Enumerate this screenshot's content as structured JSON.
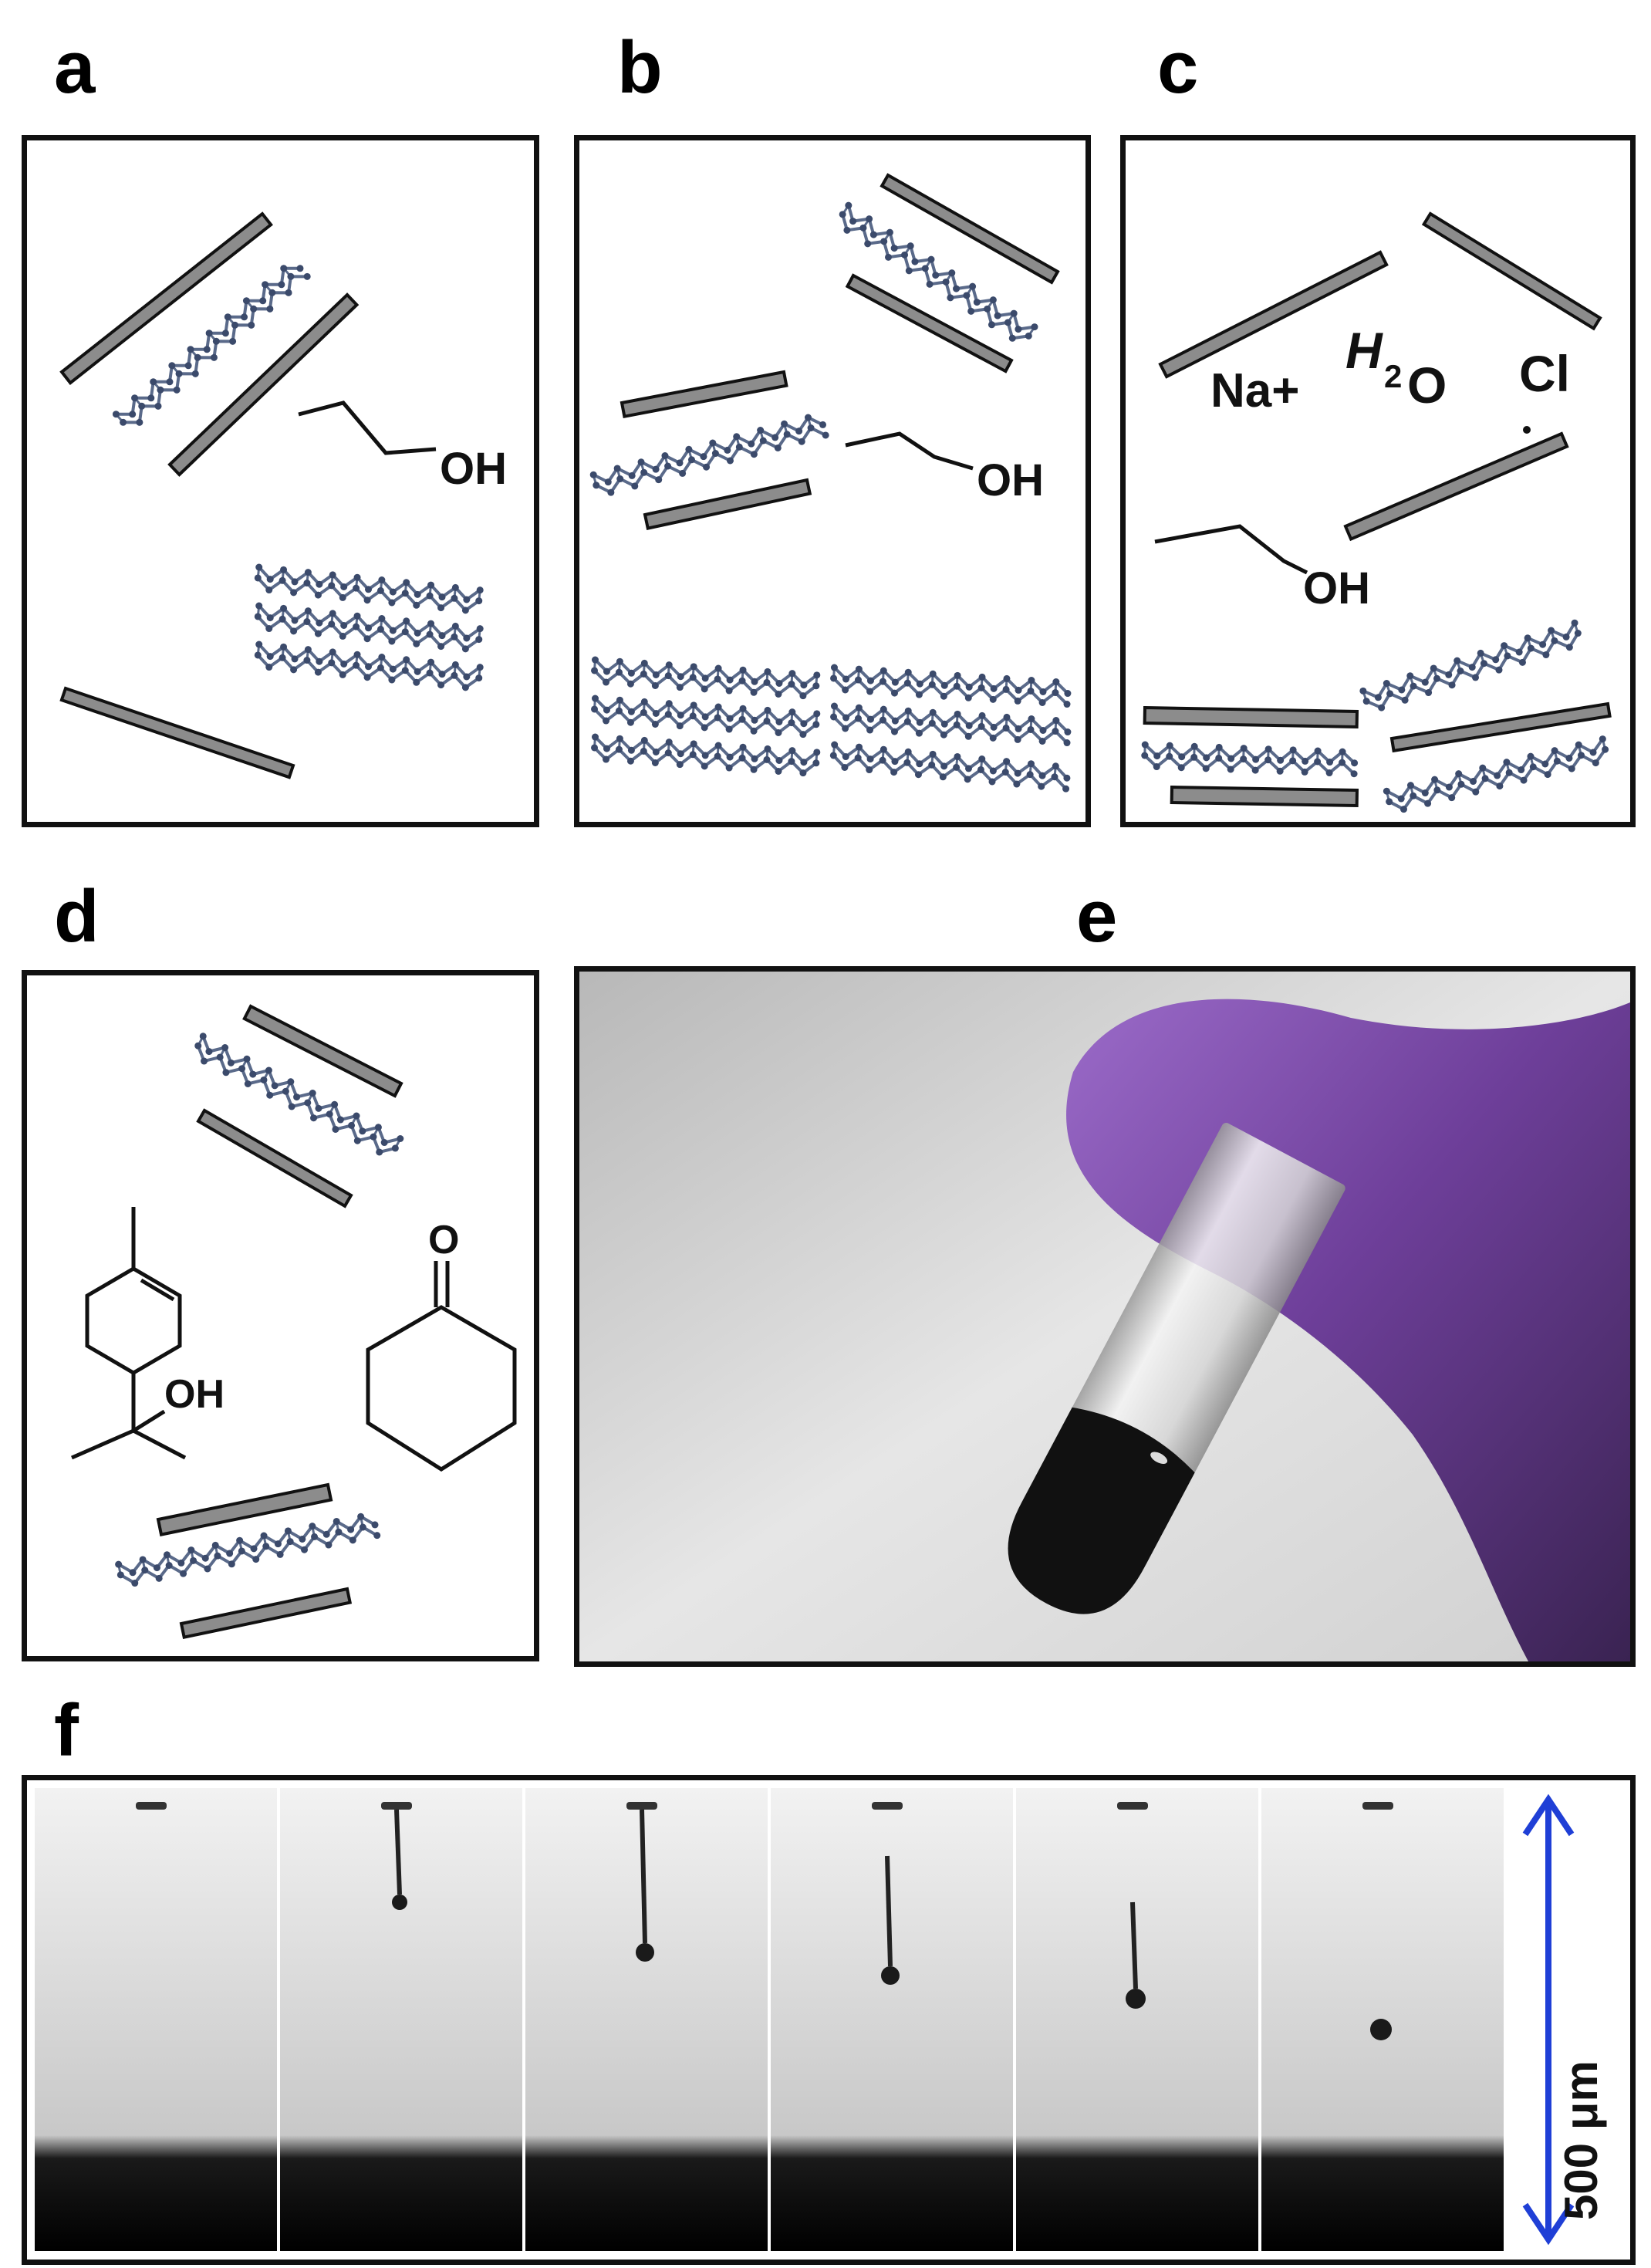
{
  "panels": {
    "a": {
      "label": "a",
      "oh": "OH"
    },
    "b": {
      "label": "b",
      "oh": "OH"
    },
    "c": {
      "label": "c",
      "na": "Na+",
      "h2o_h": "H",
      "h2o_2": "2",
      "h2o_o": "O",
      "cl": "Cl",
      "oh": "OH"
    },
    "d": {
      "label": "d",
      "oh": "OH",
      "o": "O"
    },
    "e": {
      "label": "e"
    },
    "f": {
      "label": "f",
      "scale": "500 μm"
    }
  },
  "colors": {
    "sheet": "#8c8c8c",
    "graphene": "#5a6a8a",
    "glove": "#7a4aa6",
    "scale_arrow": "#1f3fd6"
  }
}
